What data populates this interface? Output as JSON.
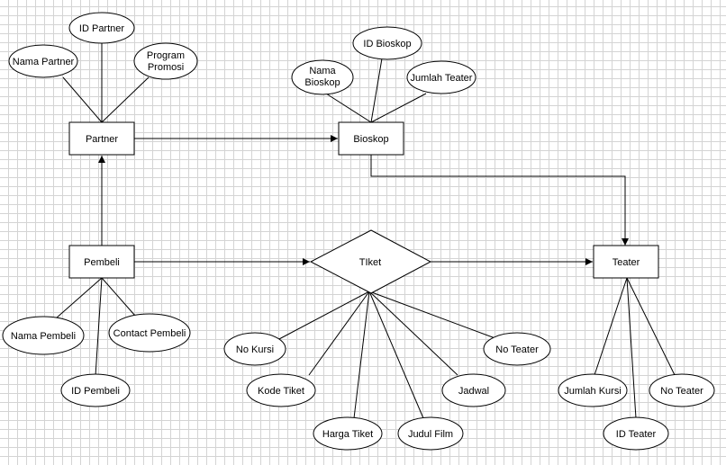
{
  "diagram": {
    "entities": {
      "partner": "Partner",
      "bioskop": "Bioskop",
      "pembeli": "Pembeli",
      "teater": "Teater"
    },
    "relationship": {
      "tiket": "TIket"
    },
    "attributes": {
      "partner": {
        "id": "ID Partner",
        "nama": "Nama Partner",
        "program": [
          "Program",
          "Promosi"
        ]
      },
      "bioskop": {
        "id": "ID Bioskop",
        "nama": [
          "Nama",
          "Bioskop"
        ],
        "jumlah_teater": "Jumlah Teater"
      },
      "pembeli": {
        "nama": "Nama Pembeli",
        "contact": "Contact Pembeli",
        "id": "ID Pembeli"
      },
      "tiket": {
        "no_kursi": "No Kursi",
        "kode_tiket": "Kode Tiket",
        "harga_tiket": "Harga Tiket",
        "judul_film": "Judul Film",
        "jadwal": "Jadwal",
        "no_teater": "No Teater"
      },
      "teater": {
        "jumlah_kursi": "Jumlah Kursi",
        "id": "ID Teater",
        "no_teater": "No Teater"
      }
    }
  }
}
